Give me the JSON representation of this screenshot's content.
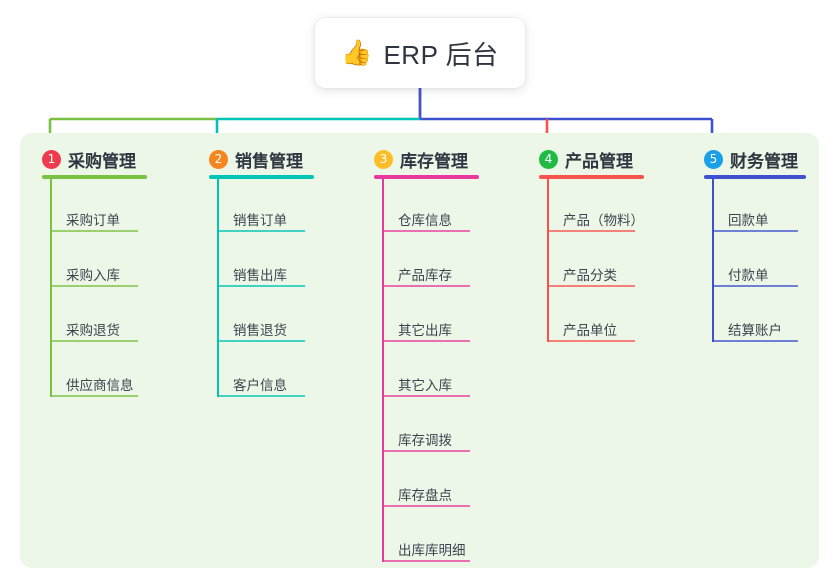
{
  "diagram": {
    "type": "mindmap",
    "canvas_bg": "#edf7e7",
    "page_bg": "#ffffff",
    "root": {
      "emoji": "👍",
      "emoji_name": "thumbs-up-icon",
      "title": "ERP 后台",
      "stem_color": "#4a52c0"
    },
    "branches": [
      {
        "index": "1",
        "badge_color": "#ef3b4e",
        "line_color": "#7ac143",
        "title": "采购管理",
        "items": [
          "采购订单",
          "采购入库",
          "采购退货",
          "供应商信息"
        ]
      },
      {
        "index": "2",
        "badge_color": "#f5861f",
        "line_color": "#00c4b4",
        "title": "销售管理",
        "items": [
          "销售订单",
          "销售出库",
          "销售退货",
          "客户信息"
        ]
      },
      {
        "index": "3",
        "badge_color": "#fbbe28",
        "line_color": "#e8399e",
        "title": "库存管理",
        "items": [
          "仓库信息",
          "产品库存",
          "其它出库",
          "其它入库",
          "库存调拨",
          "库存盘点",
          "出库库明细"
        ]
      },
      {
        "index": "4",
        "badge_color": "#21ba45",
        "line_color": "#f8524f",
        "title": "产品管理",
        "items": [
          "产品（物料）",
          "产品分类",
          "产品单位"
        ]
      },
      {
        "index": "5",
        "badge_color": "#19a0e8",
        "line_color": "#3f51d0",
        "title": "财务管理",
        "items": [
          "回款单",
          "付款单",
          "结算账户"
        ]
      }
    ]
  }
}
